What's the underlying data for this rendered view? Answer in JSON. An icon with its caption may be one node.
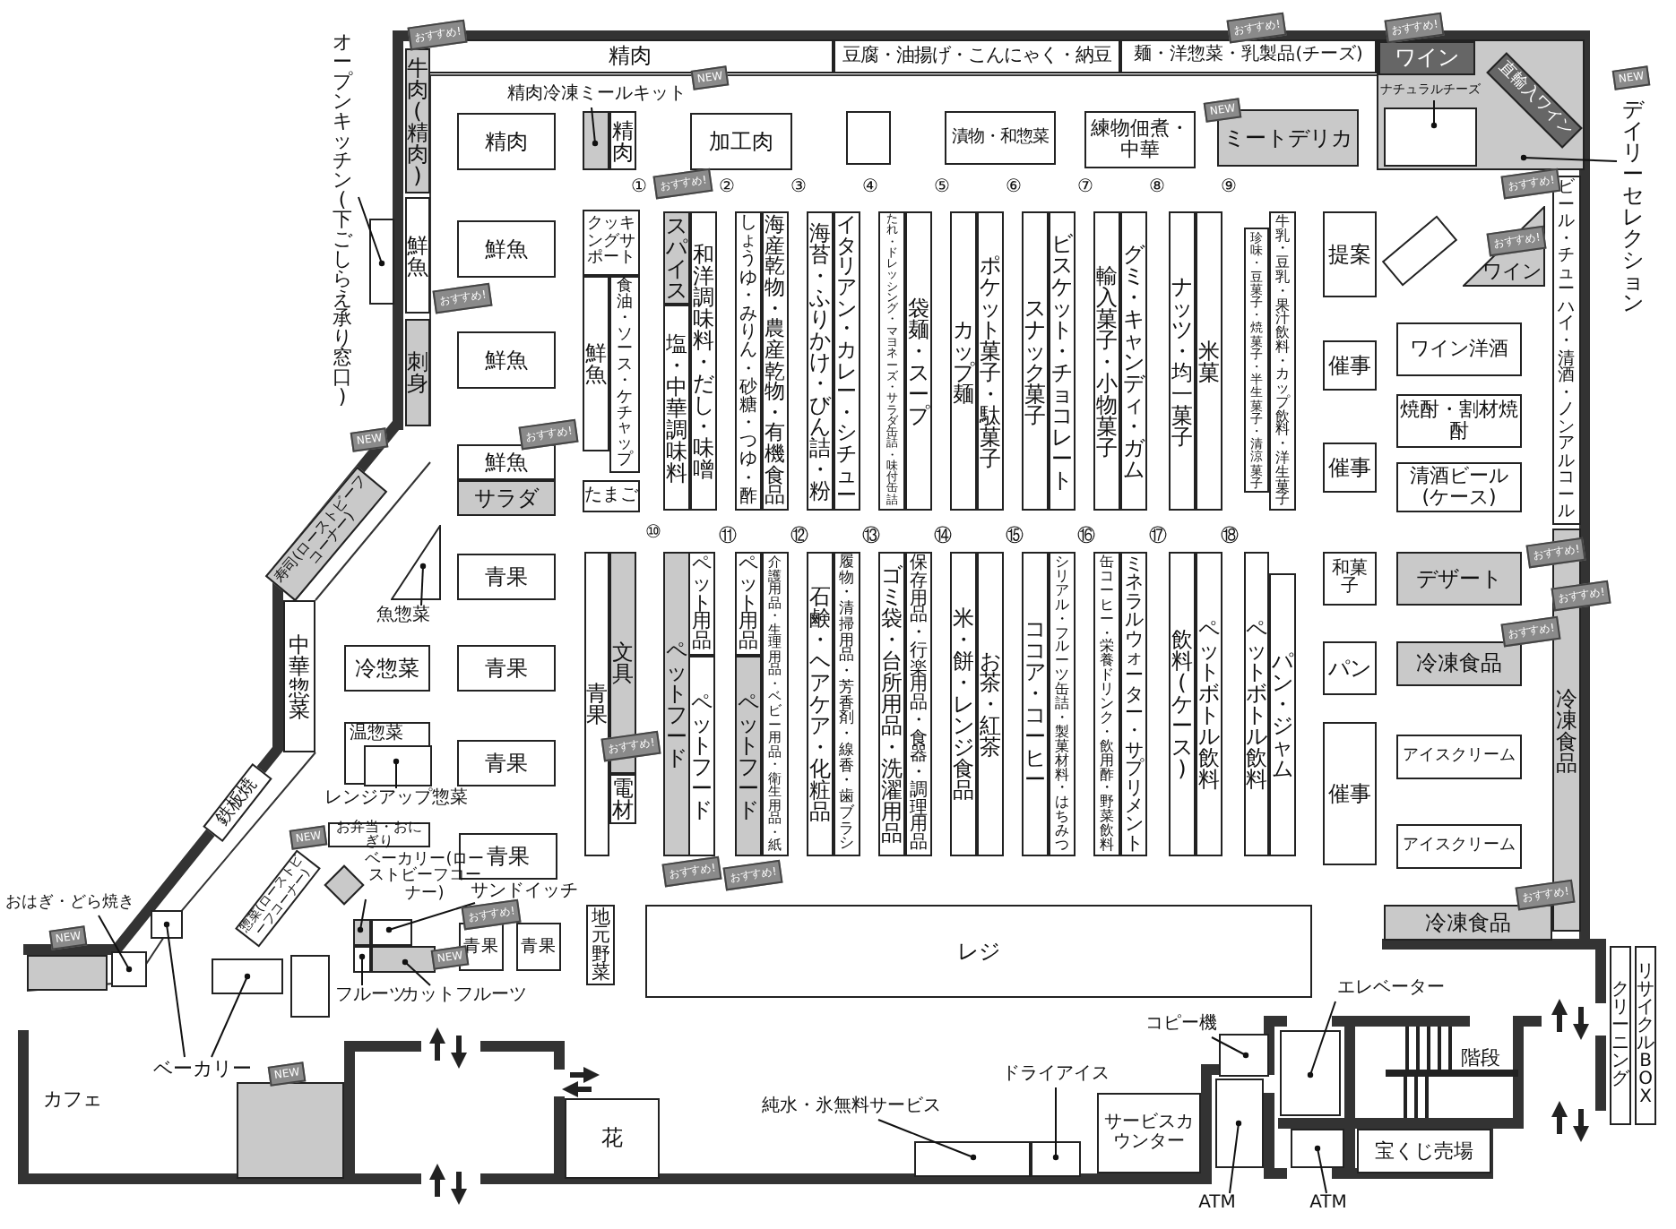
{
  "diagram": {
    "nodes": [
      {
        "text": [
          "精肉"
        ]
      },
      {
        "text": [
          "豆腐・油揚げ・こんにゃく・納豆"
        ]
      },
      {
        "text": [
          "麺・洋惣菜・乳製品(チーズ)"
        ]
      },
      {
        "text": [],
        "shape": "box"
      },
      {
        "text": [
          "ワイン"
        ],
        "in": 3
      },
      {
        "text": [
          "ナチュラルチーズ"
        ],
        "in": 3
      },
      {
        "text": [],
        "shape": "box",
        "in": 3
      },
      {
        "text": [
          "直輸入ワイン"
        ],
        "in": 3
      },
      {
        "text": [
          "デイリーセレクション"
        ]
      },
      {
        "text": [
          "オープンキッチン(下ごしらえ承り窓口)"
        ]
      },
      {
        "text": [],
        "shape": "box"
      },
      {
        "text": [
          "牛肉(精肉)"
        ]
      },
      {
        "text": [
          "精肉冷凍ミールキット"
        ]
      },
      {
        "text": [],
        "shape": "box"
      },
      {
        "text": [
          "精肉"
        ]
      },
      {
        "text": [
          "精肉"
        ]
      },
      {
        "text": [
          "加工肉"
        ]
      },
      {
        "text": [],
        "shape": "box"
      },
      {
        "text": [
          "漬物・和惣菜"
        ]
      },
      {
        "text": [
          "練物佃煮・中華"
        ]
      },
      {
        "text": [
          "ミートデリカ"
        ]
      },
      {
        "text": [
          "鮮魚"
        ]
      },
      {
        "text": [
          "鮮魚"
        ]
      },
      {
        "text": [
          "クッキングサポート"
        ]
      },
      {
        "text": [
          "鮮魚"
        ]
      },
      {
        "text": [
          "食油・ソース・ケチャップ"
        ]
      },
      {
        "text": [
          "スパイス"
        ]
      },
      {
        "text": [
          "塩・中華調味料"
        ]
      },
      {
        "text": [
          "和洋調味料・だし・味噌"
        ]
      },
      {
        "text": [
          "しょうゆ・みりん・砂糖・つゆ・酢"
        ]
      },
      {
        "text": [
          "海産乾物・農産乾物・有機食品"
        ]
      },
      {
        "text": [
          "海苔・ふりかけ・びん詰・粉"
        ]
      },
      {
        "text": [
          "イタリアン・カレー・シチュー"
        ]
      },
      {
        "text": [
          "たれ・ドレッシング・マヨネーズ・サラダ缶詰・味付缶詰"
        ]
      },
      {
        "text": [
          "袋麺・スープ"
        ]
      },
      {
        "text": [
          "カップ麺"
        ]
      },
      {
        "text": [
          "ポケット菓子・駄菓子"
        ]
      },
      {
        "text": [
          "スナック菓子"
        ]
      },
      {
        "text": [
          "ビスケット・チョコレート"
        ]
      },
      {
        "text": [
          "輸入菓子・小物菓子"
        ]
      },
      {
        "text": [
          "グミ・キャンディ・ガム"
        ]
      },
      {
        "text": [
          "ナッツ・均一菓子"
        ]
      },
      {
        "text": [
          "米菓"
        ]
      },
      {
        "text": [
          "珍味・豆菓子・焼菓子・半生菓子・清涼菓子"
        ]
      },
      {
        "text": [
          "牛乳・豆乳・果汁飲料・カップ飲料・洋生菓子"
        ]
      },
      {
        "text": [
          "提案"
        ]
      },
      {
        "text": [],
        "shape": "box"
      },
      {
        "text": [
          "ワイン"
        ]
      },
      {
        "text": [
          "ビール・チューハイ・清酒・ノンアルコール"
        ]
      },
      {
        "text": [
          "刺身"
        ]
      },
      {
        "text": [
          "鮮魚"
        ]
      },
      {
        "text": [
          "ワイン洋酒"
        ]
      },
      {
        "text": [
          "催事"
        ]
      },
      {
        "text": [
          "焼酎・割材焼酎"
        ]
      },
      {
        "text": [
          "寿司(ローストビーフコーナー)"
        ]
      },
      {
        "text": [
          "鮮魚"
        ]
      },
      {
        "text": [
          "サラダ"
        ]
      },
      {
        "text": [
          "たまご"
        ]
      },
      {
        "text": [
          "催事"
        ]
      },
      {
        "text": [
          "清酒ビール(ケース)"
        ]
      },
      {
        "text": [],
        "shape": "triangle"
      },
      {
        "text": [
          "魚惣菜"
        ]
      },
      {
        "text": [
          "青果"
        ]
      },
      {
        "text": [
          "青果"
        ]
      },
      {
        "text": [
          "文具"
        ]
      },
      {
        "text": [
          "電材"
        ]
      },
      {
        "text": [
          "ペットフード"
        ]
      },
      {
        "text": [
          "ペット用品"
        ]
      },
      {
        "text": [
          "ペットフード"
        ]
      },
      {
        "text": [
          "ペット用品"
        ]
      },
      {
        "text": [
          "ペットフード"
        ]
      },
      {
        "text": [
          "介護用品・生理用品・ベビー用品・衛生用品・紙"
        ]
      },
      {
        "text": [
          "石鹸・ヘアケア・化粧品"
        ]
      },
      {
        "text": [
          "履物・清掃用品・芳香剤・線香・歯ブラシ"
        ]
      },
      {
        "text": [
          "ゴミ袋・台所用品・洗濯用品"
        ]
      },
      {
        "text": [
          "保存用品・行楽用品・食器・調理用品"
        ]
      },
      {
        "text": [
          "米・餅・レンジ食品"
        ]
      },
      {
        "text": [
          "お茶・紅茶"
        ]
      },
      {
        "text": [
          "ココア・コーヒー"
        ]
      },
      {
        "text": [
          "シリアル・フルーツ缶詰・製菓材料・はちみつ"
        ]
      },
      {
        "text": [
          "缶コーヒー・栄養ドリンク・飲用酢・野菜飲料"
        ]
      },
      {
        "text": [
          "ミネラルウォーター・サプリメント"
        ]
      },
      {
        "text": [
          "飲料(ケース)"
        ]
      },
      {
        "text": [
          "ペットボトル飲料"
        ]
      },
      {
        "text": [
          "ペットボトル飲料"
        ]
      },
      {
        "text": [
          "パン・ジャム"
        ]
      },
      {
        "text": [
          "和菓子"
        ]
      },
      {
        "text": [
          "デザート"
        ]
      },
      {
        "text": [
          "冷凍食品"
        ]
      },
      {
        "text": [
          "中華惣菜"
        ]
      },
      {
        "text": [
          "冷惣菜"
        ]
      },
      {
        "text": [
          "青果"
        ]
      },
      {
        "text": [
          "パン"
        ]
      },
      {
        "text": [
          "冷凍食品"
        ]
      },
      {
        "text": [
          "温惣菜"
        ]
      },
      {
        "text": [],
        "shape": "box",
        "in": 94
      },
      {
        "text": [
          "レンジアップ惣菜"
        ]
      },
      {
        "text": [
          "青果"
        ]
      },
      {
        "text": [
          "催事"
        ]
      },
      {
        "text": [
          "アイスクリーム"
        ]
      },
      {
        "text": [
          "鉄板焼"
        ]
      },
      {
        "text": [
          "惣菜(ローストビーフコーナー)"
        ]
      },
      {
        "text": [
          "お弁当・おにぎり"
        ]
      },
      {
        "text": [
          "青果"
        ]
      },
      {
        "text": [
          "アイスクリーム"
        ]
      },
      {
        "text": [],
        "shape": "box"
      },
      {
        "text": [
          "ベーカリー(ローストビーフコーナー)"
        ]
      },
      {
        "text": [
          "サンドイッチ"
        ]
      },
      {
        "text": [],
        "shape": "box"
      },
      {
        "text": [],
        "shape": "box"
      },
      {
        "text": [],
        "shape": "box"
      },
      {
        "text": [],
        "shape": "box"
      },
      {
        "text": [
          "青果"
        ]
      },
      {
        "text": [
          "青果"
        ]
      },
      {
        "text": [
          "地元野菜"
        ]
      },
      {
        "text": [
          "レジ"
        ]
      },
      {
        "text": [
          "冷凍食品"
        ]
      },
      {
        "text": [
          "おはぎ・どら焼き"
        ]
      },
      {
        "text": [],
        "shape": "box"
      },
      {
        "text": [],
        "shape": "box"
      },
      {
        "text": [],
        "shape": "box"
      },
      {
        "text": [
          "フルーツ"
        ]
      },
      {
        "text": [
          "カットフルーツ"
        ]
      },
      {
        "text": [
          "クリーニング"
        ]
      },
      {
        "text": [
          "リサイクルBOX"
        ]
      },
      {
        "text": [
          "エレベーター"
        ]
      },
      {
        "text": [
          "コピー機"
        ]
      },
      {
        "text": [],
        "shape": "box"
      },
      {
        "text": [
          "ベーカリー"
        ]
      },
      {
        "text": [],
        "shape": "box"
      },
      {
        "text": [
          "ドライアイス"
        ]
      },
      {
        "text": [
          "純水・氷無料サービス"
        ]
      },
      {
        "text": [],
        "shape": "box"
      },
      {
        "text": [],
        "shape": "box"
      },
      {
        "text": [
          "サービスカウンター"
        ]
      },
      {
        "text": [
          "花"
        ]
      },
      {
        "text": [
          "宝くじ売場"
        ]
      },
      {
        "text": [
          "ATM"
        ]
      },
      {
        "text": [
          "ATM"
        ]
      },
      {
        "text": [],
        "shape": "box"
      },
      {
        "text": [],
        "shape": "box"
      },
      {
        "text": [],
        "shape": "box"
      },
      {
        "text": [],
        "shape": "box"
      },
      {
        "text": [],
        "shape": "box"
      }
    ],
    "edges": [
      {
        "from": 9,
        "to": 10,
        "arrow": "other"
      },
      {
        "from": 12,
        "to": 13,
        "arrow": "other"
      },
      {
        "from": 5,
        "to": 6,
        "arrow": "other"
      },
      {
        "from": 8,
        "to": 3,
        "arrow": "other"
      },
      {
        "from": 61,
        "to": 60,
        "arrow": "other"
      },
      {
        "from": 96,
        "to": 95,
        "arrow": "other"
      },
      {
        "from": 106,
        "to": 108,
        "arrow": "other"
      },
      {
        "from": 107,
        "to": 109,
        "arrow": "other"
      },
      {
        "from": 121,
        "to": 110,
        "arrow": "other"
      },
      {
        "from": 122,
        "to": 111,
        "arrow": "other"
      },
      {
        "from": 117,
        "to": 139,
        "arrow": "other"
      },
      {
        "from": 128,
        "to": 140,
        "arrow": "other"
      },
      {
        "from": 128,
        "to": 119,
        "arrow": "other"
      },
      {
        "from": 131,
        "to": 132,
        "arrow": "other"
      },
      {
        "from": 130,
        "to": 133,
        "arrow": "other"
      },
      {
        "from": 126,
        "to": 127,
        "arrow": "other"
      },
      {
        "from": 125,
        "to": 141,
        "arrow": "other"
      },
      {
        "from": 137,
        "to": 142,
        "arrow": "other"
      },
      {
        "from": 138,
        "to": 143,
        "arrow": "other"
      }
    ],
    "labels": [
      "おすすめ!",
      "おすすめ!",
      "おすすめ!",
      "NEW",
      "NEW",
      "NEW",
      "①",
      "おすすめ!",
      "②",
      "③",
      "④",
      "⑤",
      "⑥",
      "⑦",
      "⑧",
      "⑨",
      "おすすめ!",
      "おすすめ!",
      "おすすめ!",
      "NEW",
      "おすすめ!",
      "⑩",
      "⑪",
      "⑫",
      "⑬",
      "⑭",
      "⑮",
      "⑯",
      "⑰",
      "⑱",
      "おすすめ!",
      "おすすめ!",
      "おすすめ!",
      "おすすめ!",
      "NEW",
      "おすすめ!",
      "おすすめ!",
      "おすすめ!",
      "NEW",
      "NEW",
      "おすすめ!",
      "階段",
      "カフェ",
      "NEW"
    ]
  }
}
